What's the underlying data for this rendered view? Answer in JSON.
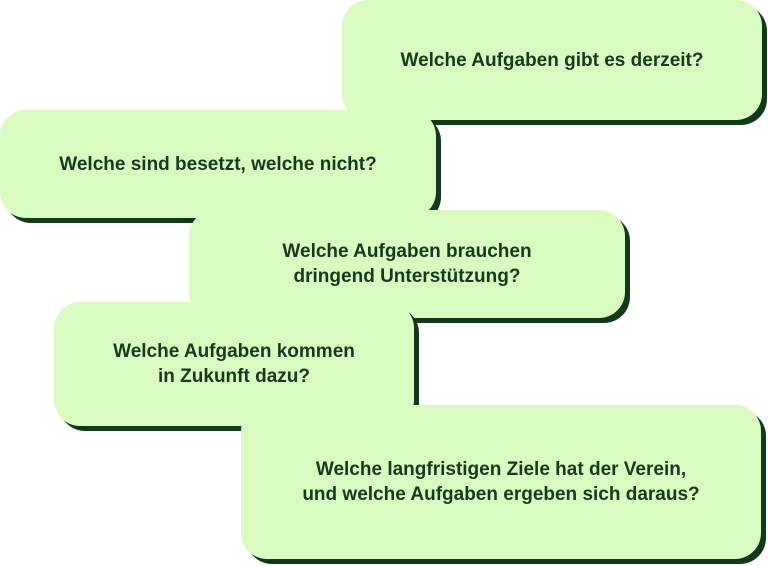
{
  "cards": [
    {
      "text": "Welche Aufgaben gibt es derzeit?"
    },
    {
      "text": "Welche sind besetzt, welche nicht?"
    },
    {
      "text": "Welche Aufgaben brauchen\ndringend Unterstützung?"
    },
    {
      "text": "Welche Aufgaben kommen\nin Zukunft dazu?"
    },
    {
      "text": "Welche langfristigen Ziele hat der Verein,\nund welche Aufgaben ergeben sich daraus?"
    }
  ],
  "colors": {
    "card_background": "#d9fbbf",
    "card_shadow": "#14381e",
    "text": "#163a1f"
  }
}
